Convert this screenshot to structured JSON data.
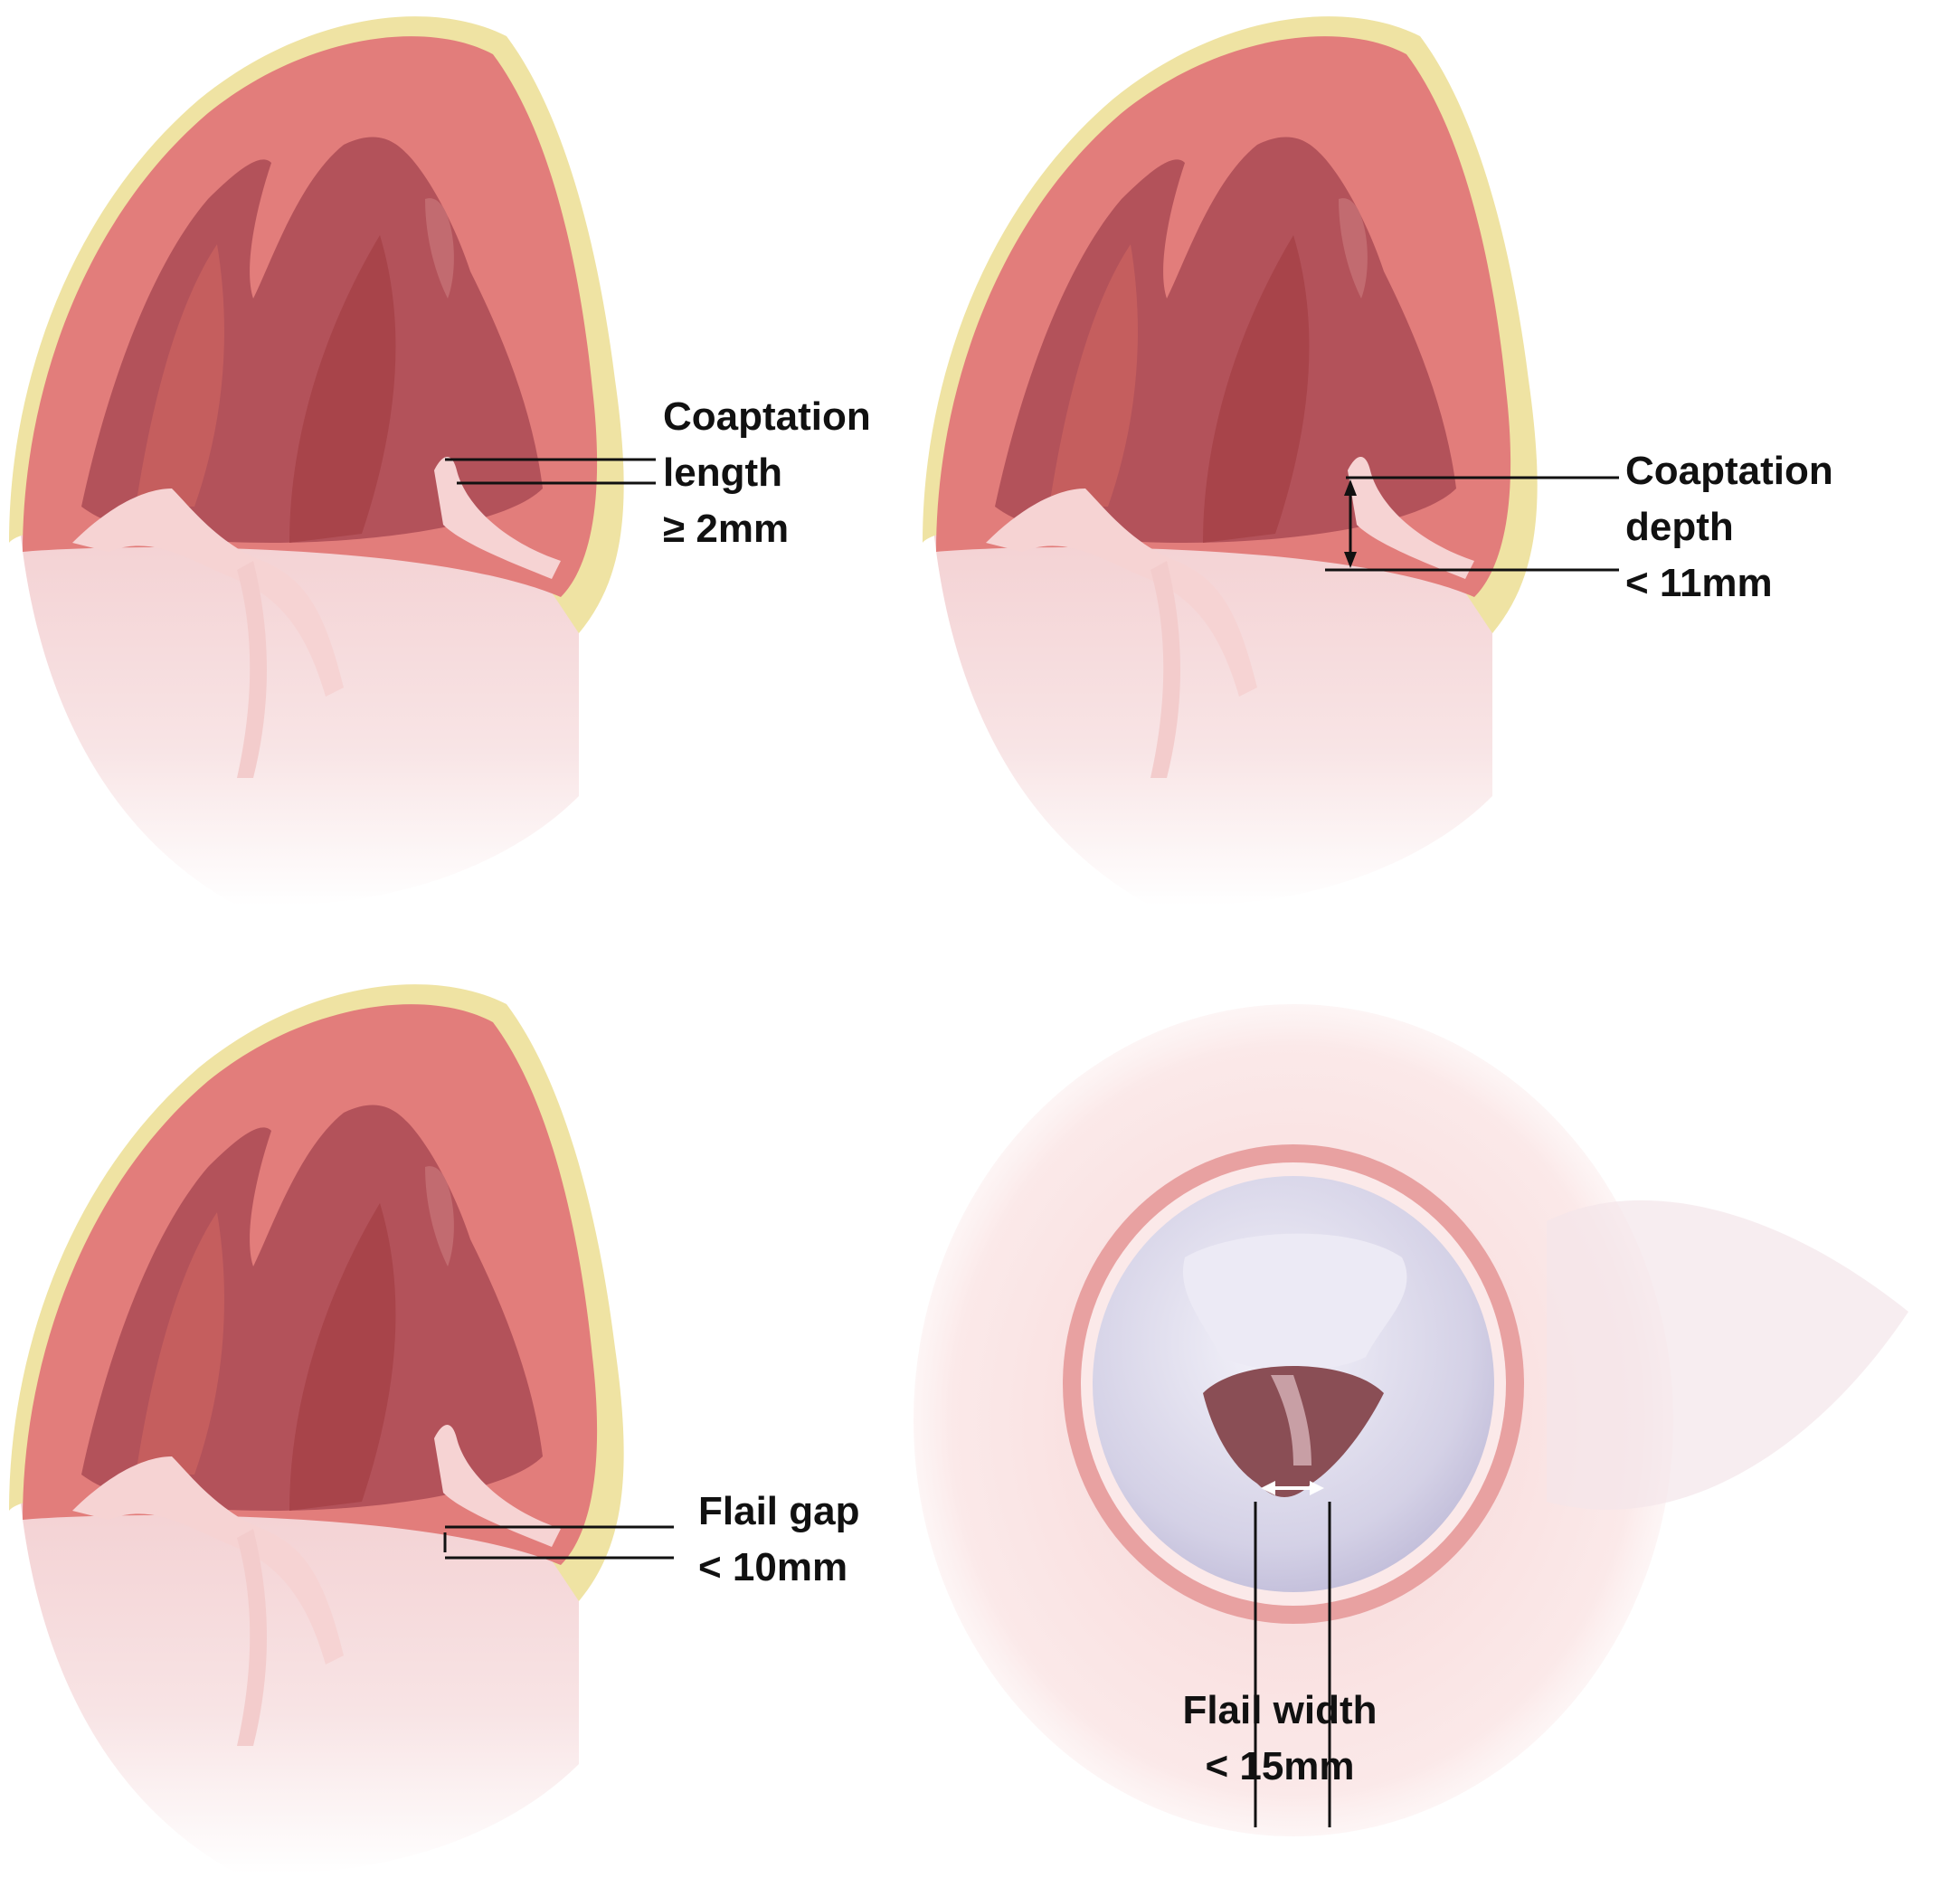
{
  "colors": {
    "myocardium": "#e07a78",
    "myocardium_dark": "#a9454a",
    "cavity": "#b9535a",
    "epicardial_fat": "#f0e6a8",
    "leaflet": "#f7d6d6",
    "atrium": "#f6dfe0",
    "annulus": "#e9a7a6",
    "valve_leaflet": "#d9d6e8",
    "line": "#111111",
    "width_arrow": "#ffffff"
  },
  "panels": [
    {
      "id": "coaptation-length",
      "label_lines": [
        "Coaptation",
        "length",
        "≥ 2mm"
      ]
    },
    {
      "id": "coaptation-depth",
      "label_lines": [
        "Coaptation",
        "depth",
        "< 11mm"
      ]
    },
    {
      "id": "flail-gap",
      "label_lines": [
        "Flail gap",
        "< 10mm"
      ]
    },
    {
      "id": "flail-width",
      "label_lines": [
        "Flail width",
        "< 15mm"
      ]
    }
  ]
}
